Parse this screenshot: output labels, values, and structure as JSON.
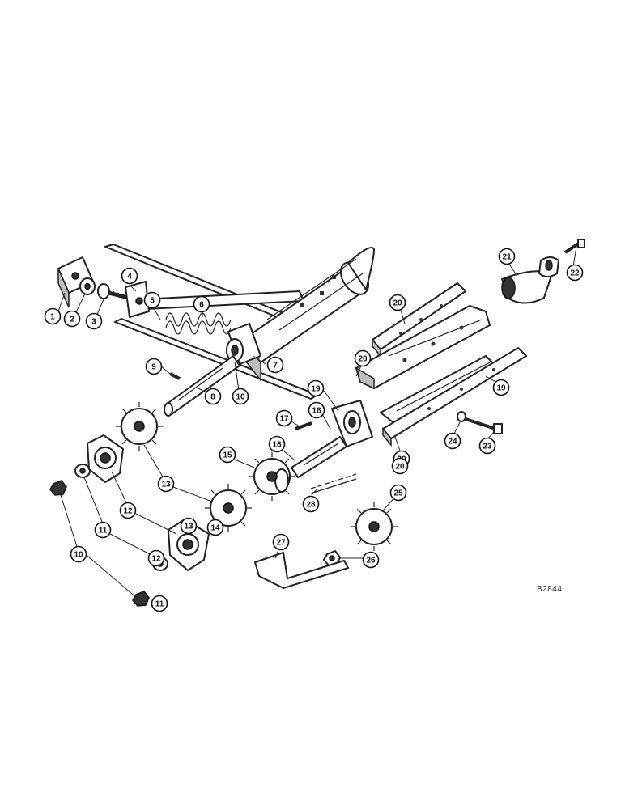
{
  "diagram": {
    "reference_code": "B2844",
    "callouts": [
      "1",
      "2",
      "3",
      "4",
      "5",
      "6",
      "7",
      "8",
      "9",
      "10",
      "10",
      "11",
      "11",
      "12",
      "12",
      "13",
      "13",
      "14",
      "15",
      "16",
      "17",
      "18",
      "19",
      "19",
      "20",
      "20",
      "20",
      "20",
      "21",
      "22",
      "23",
      "24",
      "25",
      "26",
      "27",
      "28"
    ]
  }
}
